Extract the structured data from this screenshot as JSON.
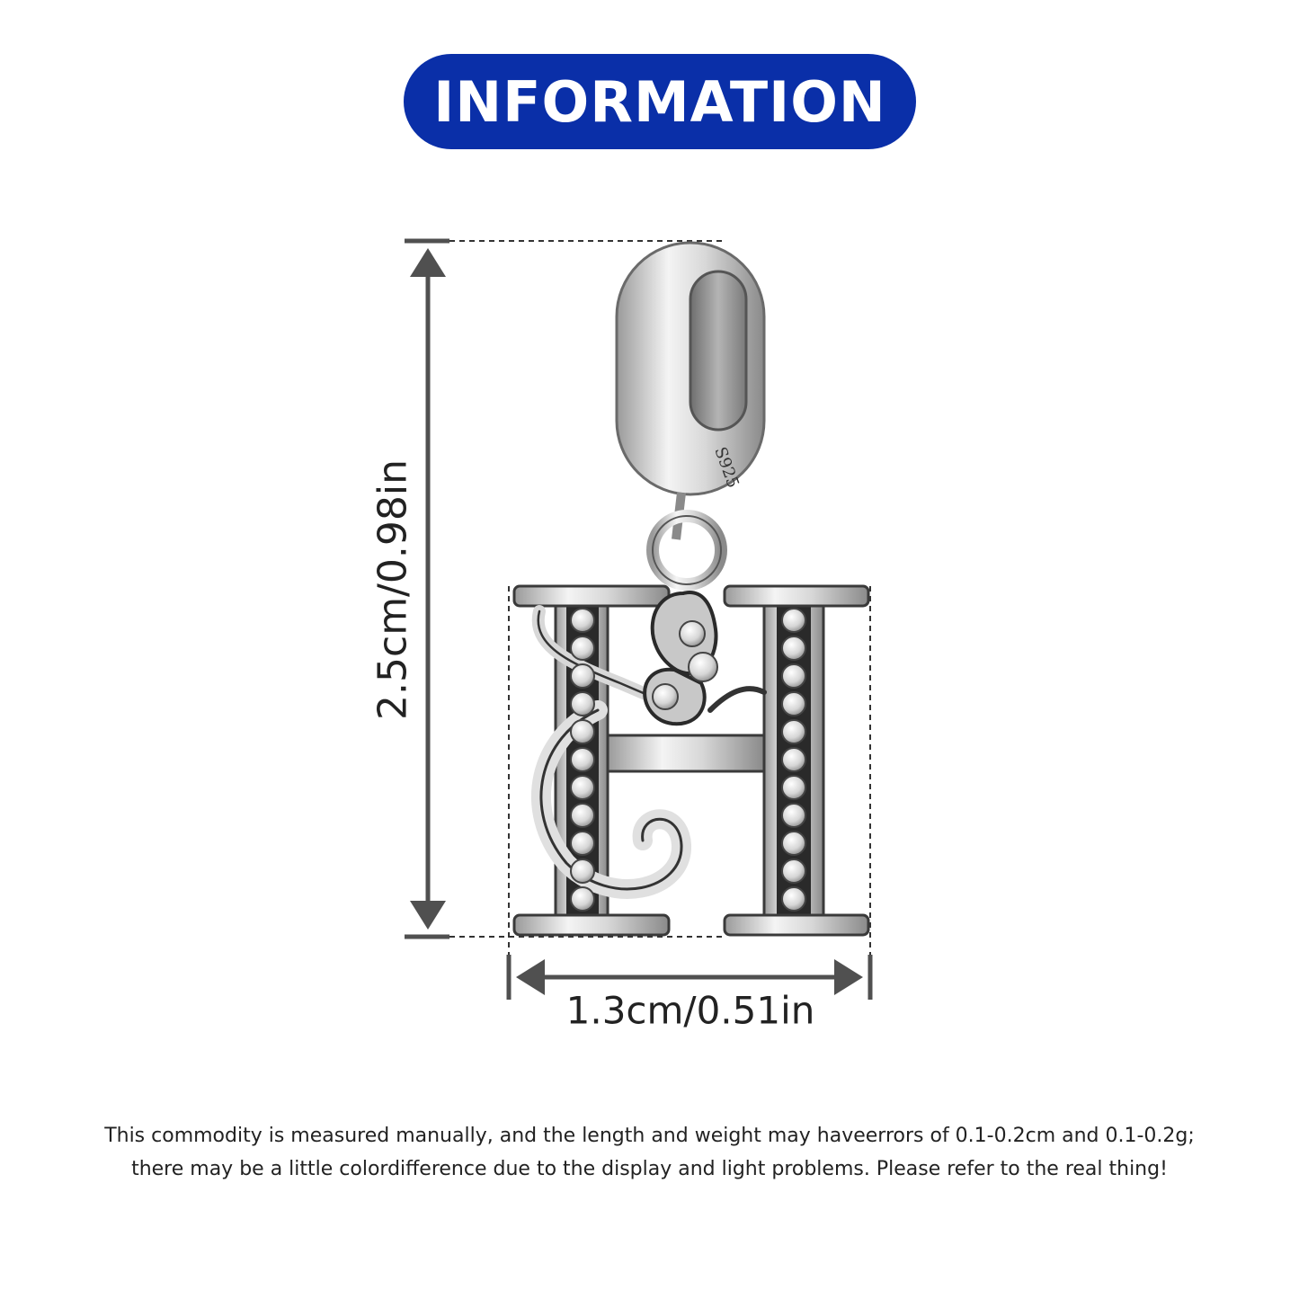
{
  "header": {
    "title": "INFORMATION"
  },
  "dimensions": {
    "height_label": "2.5cm/0.98in",
    "width_label": "1.3cm/0.51in"
  },
  "product": {
    "stamp": "S925",
    "letter": "H",
    "icon": "butterfly-icon"
  },
  "notes": {
    "line1": "This commodity is measured manually, and the length and weight may haveerrors of 0.1-0.2cm and 0.1-0.2g;",
    "line2": "there may be a little colordifference due to the display and light problems. Please refer to the real thing!"
  },
  "colors": {
    "banner": "#0a2fa8",
    "arrow": "#505050",
    "silver": "#c8c8c8"
  }
}
